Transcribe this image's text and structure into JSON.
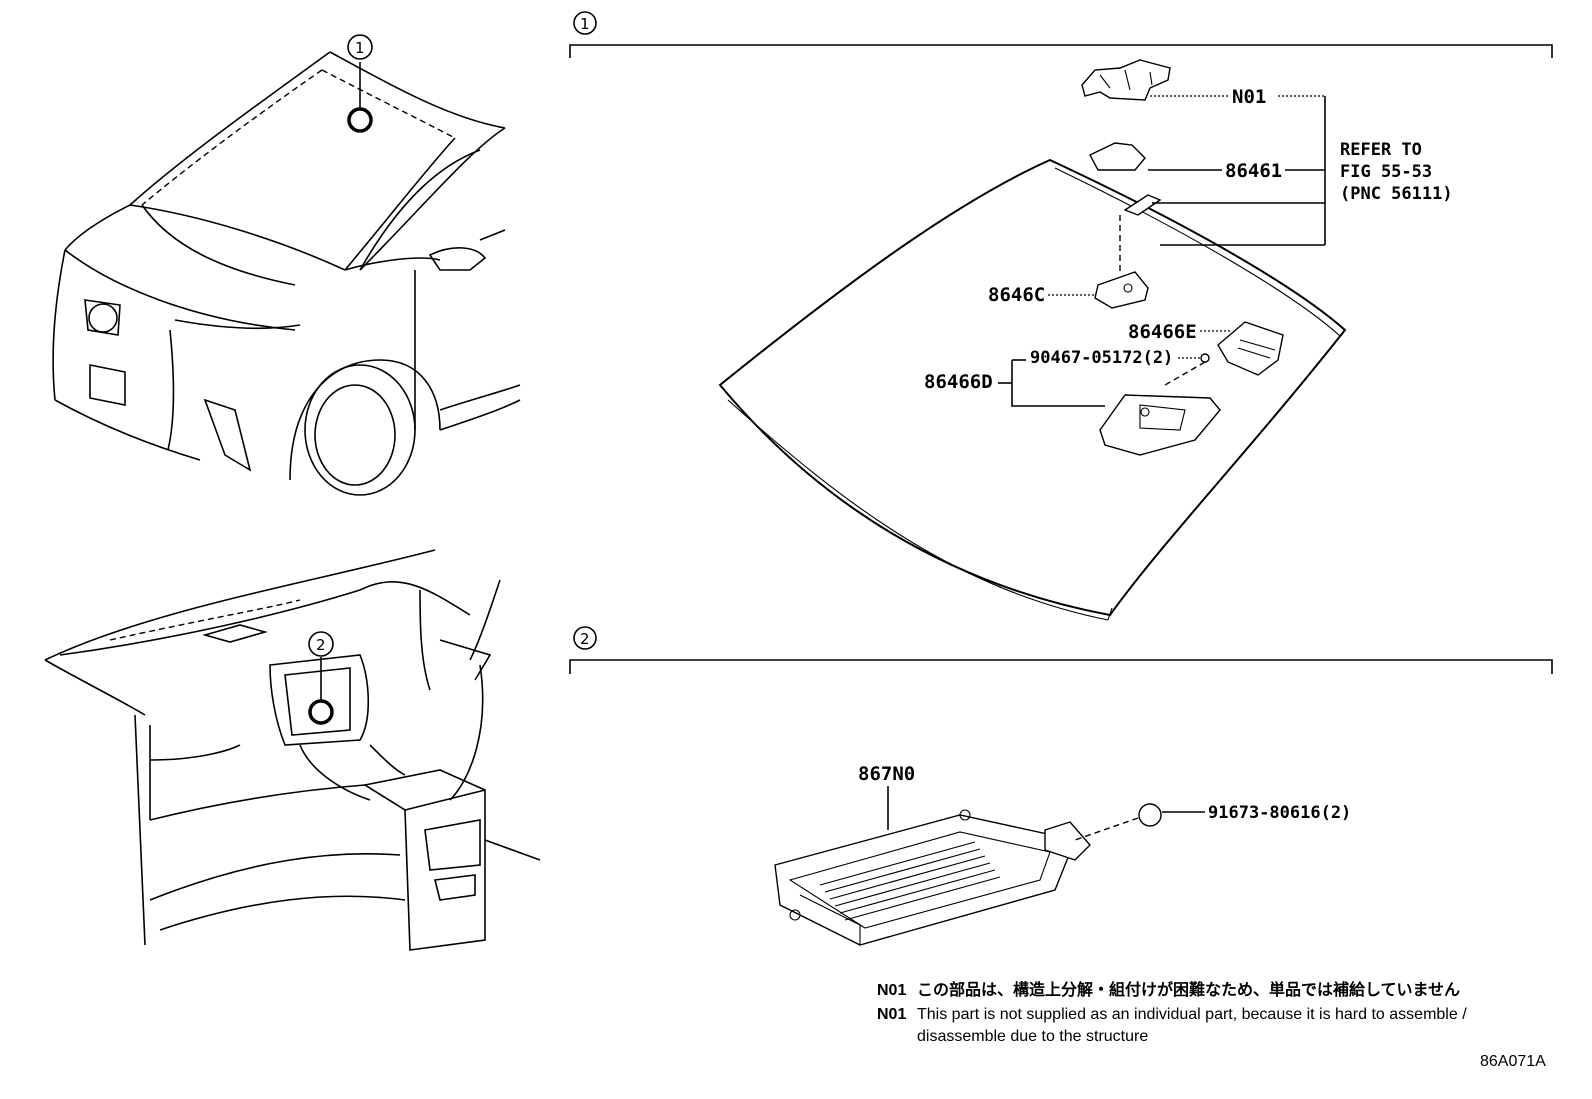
{
  "callouts": {
    "one": "1",
    "two": "2"
  },
  "section1": {
    "marker": "1",
    "labels": {
      "n01": "N01",
      "p86461": "86461",
      "p8646c": "8646C",
      "p86466e": "86466E",
      "p90467": "90467-05172(2)",
      "p86466d": "86466D"
    },
    "refer": [
      "REFER TO",
      "FIG 55-53",
      "(PNC 56111)"
    ]
  },
  "section2": {
    "marker": "2",
    "labels": {
      "p867n0": "867N0",
      "p91673": "91673-80616(2)"
    }
  },
  "notes": {
    "jp_code": "N01",
    "jp_text": "この部品は、構造上分解・組付けが困難なため、単品では補給していません",
    "en_code": "N01",
    "en_line1": "This part is not supplied as an individual part, because it is hard to assemble /",
    "en_line2": "disassemble due to the structure"
  },
  "figure_code": "86A071A"
}
